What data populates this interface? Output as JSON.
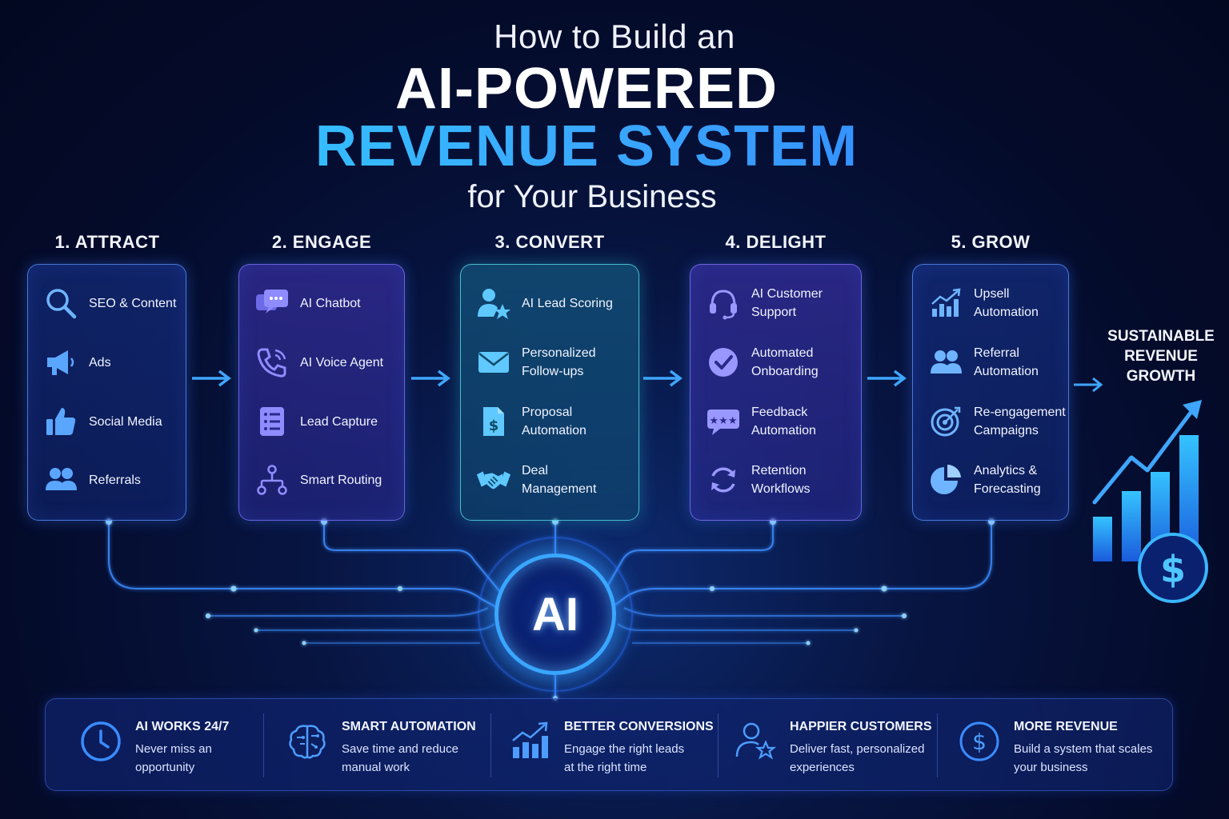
{
  "title": {
    "line1": "How to Build an",
    "line2": "AI-POWERED",
    "line3": "REVENUE SYSTEM",
    "line4": "for Your Business"
  },
  "stages": [
    {
      "title": "1. ATTRACT",
      "items": [
        {
          "label": "SEO & Content",
          "icon": "search-icon"
        },
        {
          "label": "Ads",
          "icon": "megaphone-icon"
        },
        {
          "label": "Social Media",
          "icon": "thumbs-up-icon"
        },
        {
          "label": "Referrals",
          "icon": "users-icon"
        }
      ]
    },
    {
      "title": "2. ENGAGE",
      "items": [
        {
          "label": "AI Chatbot",
          "icon": "chat-icon"
        },
        {
          "label": "AI Voice Agent",
          "icon": "phone-icon"
        },
        {
          "label": "Lead Capture",
          "icon": "list-icon"
        },
        {
          "label": "Smart Routing",
          "icon": "routing-icon"
        }
      ]
    },
    {
      "title": "3. CONVERT",
      "items": [
        {
          "label": "AI Lead Scoring",
          "icon": "user-star-icon"
        },
        {
          "label": "Personalized\nFollow-ups",
          "icon": "envelope-icon"
        },
        {
          "label": "Proposal\nAutomation",
          "icon": "document-dollar-icon"
        },
        {
          "label": "Deal\nManagement",
          "icon": "handshake-icon"
        }
      ]
    },
    {
      "title": "4. DELIGHT",
      "items": [
        {
          "label": "AI Customer\nSupport",
          "icon": "headset-icon"
        },
        {
          "label": "Automated\nOnboarding",
          "icon": "check-circle-icon"
        },
        {
          "label": "Feedback\nAutomation",
          "icon": "rating-bubble-icon"
        },
        {
          "label": "Retention\nWorkflows",
          "icon": "refresh-icon"
        }
      ]
    },
    {
      "title": "5.  GROW",
      "items": [
        {
          "label": "Upsell\nAutomation",
          "icon": "growth-chart-icon"
        },
        {
          "label": "Referral\nAutomation",
          "icon": "users-icon"
        },
        {
          "label": "Re-engagement\nCampaigns",
          "icon": "target-icon"
        },
        {
          "label": "Analytics &\nForecasting",
          "icon": "pie-chart-icon"
        }
      ]
    }
  ],
  "ai_core": {
    "label": "AI"
  },
  "growth": {
    "title": "SUSTAINABLE\nREVENUE\nGROWTH",
    "icon": "dollar-coin-icon"
  },
  "benefits": [
    {
      "title": "AI WORKS 24/7",
      "desc": "Never miss an\nopportunity",
      "icon": "clock-icon"
    },
    {
      "title": "SMART AUTOMATION",
      "desc": "Save time and reduce\nmanual work",
      "icon": "brain-icon"
    },
    {
      "title": "BETTER CONVERSIONS",
      "desc": "Engage the right leads\nat the right time",
      "icon": "bar-growth-icon"
    },
    {
      "title": "HAPPIER CUSTOMERS",
      "desc": "Deliver fast, personalized\nexperiences",
      "icon": "user-star-icon"
    },
    {
      "title": "MORE REVENUE",
      "desc": "Build a system that scales\nyour business",
      "icon": "dollar-circle-icon"
    }
  ],
  "colors": {
    "background": "#040b2a",
    "accent_cyan": "#2fd3ff",
    "accent_blue": "#3a8bff",
    "card_border": "#5c96ff"
  }
}
